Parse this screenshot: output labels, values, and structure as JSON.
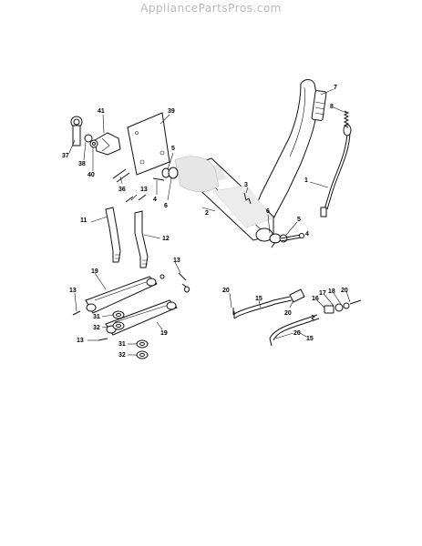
{
  "watermark": "AppliancePartsPros.com",
  "callouts": [
    {
      "id": "c7",
      "label": "7"
    },
    {
      "id": "c8",
      "label": "8"
    },
    {
      "id": "c1",
      "label": "1"
    },
    {
      "id": "c41",
      "label": "41"
    },
    {
      "id": "c37",
      "label": "37"
    },
    {
      "id": "c38",
      "label": "38"
    },
    {
      "id": "c40",
      "label": "40"
    },
    {
      "id": "c39",
      "label": "39"
    },
    {
      "id": "c5a",
      "label": "5"
    },
    {
      "id": "c36",
      "label": "36"
    },
    {
      "id": "c4a",
      "label": "4"
    },
    {
      "id": "c6a",
      "label": "6"
    },
    {
      "id": "c3",
      "label": "3"
    },
    {
      "id": "c2",
      "label": "2"
    },
    {
      "id": "c6b",
      "label": "6"
    },
    {
      "id": "c5b",
      "label": "5"
    },
    {
      "id": "c4b",
      "label": "4"
    },
    {
      "id": "c13a",
      "label": "13"
    },
    {
      "id": "c11",
      "label": "11"
    },
    {
      "id": "c12",
      "label": "12"
    },
    {
      "id": "c13b",
      "label": "13"
    },
    {
      "id": "c19a",
      "label": "19"
    },
    {
      "id": "c13c",
      "label": "13"
    },
    {
      "id": "c31a",
      "label": "31"
    },
    {
      "id": "c32a",
      "label": "32"
    },
    {
      "id": "c19b",
      "label": "19"
    },
    {
      "id": "c13d",
      "label": "13"
    },
    {
      "id": "c31b",
      "label": "31"
    },
    {
      "id": "c32b",
      "label": "32"
    },
    {
      "id": "c20a",
      "label": "20"
    },
    {
      "id": "c15a",
      "label": "15"
    },
    {
      "id": "c20b",
      "label": "20"
    },
    {
      "id": "c16",
      "label": "16"
    },
    {
      "id": "c17",
      "label": "17"
    },
    {
      "id": "c18",
      "label": "18"
    },
    {
      "id": "c20c",
      "label": "20"
    },
    {
      "id": "c20d",
      "label": "20"
    },
    {
      "id": "c15b",
      "label": "15"
    }
  ]
}
